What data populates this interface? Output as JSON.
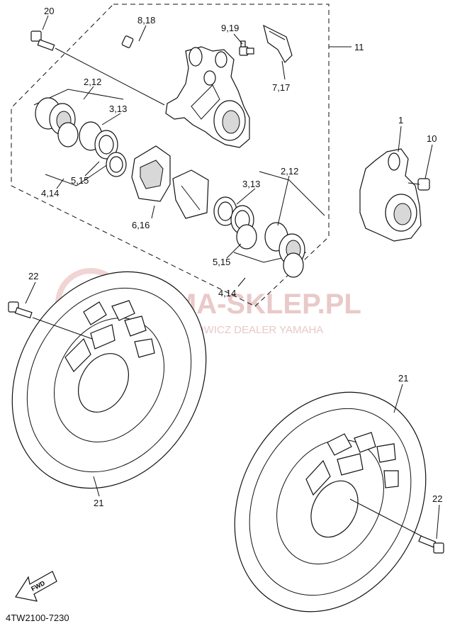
{
  "diagram": {
    "code": "4TW2100-7230",
    "watermark": {
      "title": "YAMA-SKLEP.PL",
      "subtitle": "WOJCIECHOWICZ DEALER YAMAHA"
    },
    "fwd_arrow": "FWD",
    "callouts": {
      "c20": "20",
      "c8_18": "8,18",
      "c9_19": "9,19",
      "c11": "11",
      "c7_17": "7,17",
      "c2_12_top": "2,12",
      "c3_13_top": "3,13",
      "c5_15_top": "5,15",
      "c4_14_top": "4,14",
      "c6_16": "6,16",
      "c3_13_bot": "3,13",
      "c2_12_bot": "2,12",
      "c5_15_bot": "5,15",
      "c4_14_bot": "4,14",
      "c1": "1",
      "c10": "10",
      "c22_left": "22",
      "c21_left": "21",
      "c21_right": "21",
      "c22_right": "22"
    }
  }
}
